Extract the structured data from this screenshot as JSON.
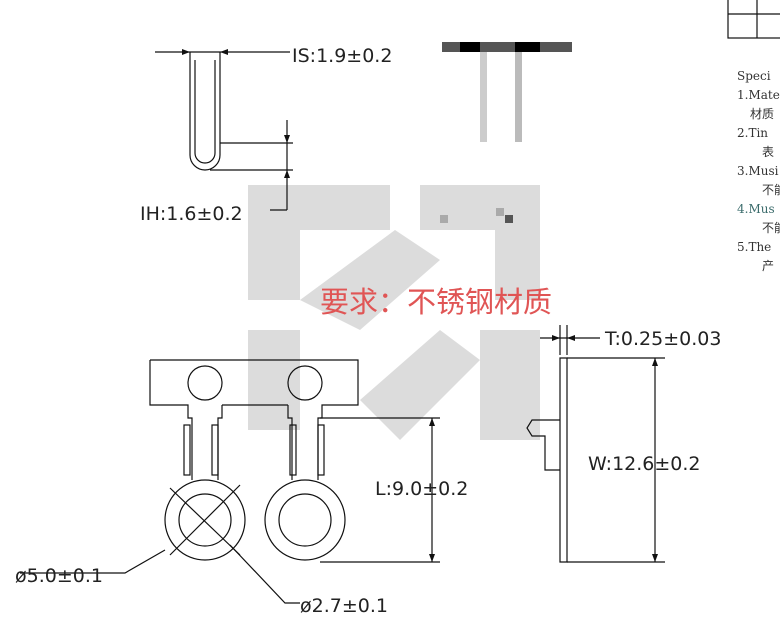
{
  "dimensions": {
    "is": "IS:1.9±0.2",
    "ih": "IH:1.6±0.2",
    "thickness": "T:0.25±0.03",
    "width": "W:12.6±0.2",
    "length": "L:9.0±0.2",
    "outer_diameter": "ø5.0±0.1",
    "inner_diameter": "ø2.7±0.1"
  },
  "requirement_note": "要求：不锈钢材质",
  "spec_notes": {
    "title": "Speci",
    "lines": [
      "1.Mate",
      "材质",
      "2.Tin",
      "表",
      "3.Musi",
      "不能",
      "4.Mus",
      "不能",
      "5.The",
      "产"
    ]
  },
  "colors": {
    "note_red": "#e05555",
    "watermark": "#dcdcdc"
  }
}
